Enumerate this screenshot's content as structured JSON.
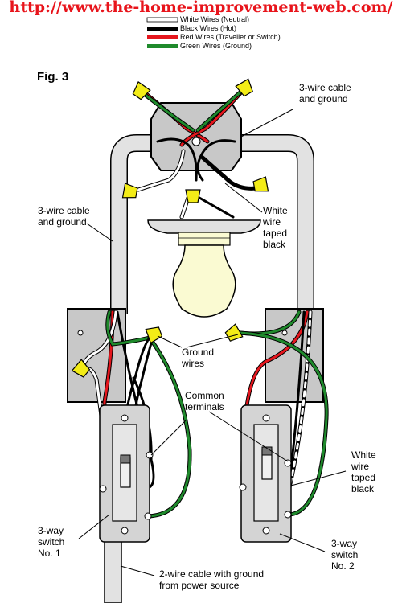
{
  "header": {
    "url": "http://www.the-home-improvement-web.com/"
  },
  "legend": {
    "items": [
      {
        "label": "White Wires (Neutral)",
        "color": "#ffffff"
      },
      {
        "label": "Black Wires (Hot)",
        "color": "#000000"
      },
      {
        "label": "Red Wires (Traveller or Switch)",
        "color": "#e5161d"
      },
      {
        "label": "Green Wires (Ground)",
        "color": "#1f8a2c"
      }
    ]
  },
  "figure": {
    "title": "Fig. 3"
  },
  "labels": {
    "cable_top_right": [
      "3-wire cable",
      "and ground"
    ],
    "cable_left": [
      "3-wire cable",
      "and ground"
    ],
    "white_taped_top": [
      "White",
      "wire",
      "taped",
      "black"
    ],
    "ground_wires": [
      "Ground",
      "wires"
    ],
    "common_terminals": [
      "Common",
      "terminals"
    ],
    "white_taped_right": [
      "White",
      "wire",
      "taped",
      "black"
    ],
    "switch_1": [
      "3-way",
      "switch",
      "No. 1"
    ],
    "switch_2": [
      "3-way",
      "switch",
      "No. 2"
    ],
    "power_source": [
      "2-wire cable with ground",
      "from power source"
    ]
  },
  "colors": {
    "wire_white": "#ffffff",
    "wire_black": "#000000",
    "wire_red": "#e5161d",
    "wire_green": "#1f8a2c",
    "wire_nut": "#f3ec17",
    "box": "#c8c8c8",
    "cable": "#e2e2e2",
    "switch": "#d4d4d4",
    "bulb": "#fafad2"
  }
}
